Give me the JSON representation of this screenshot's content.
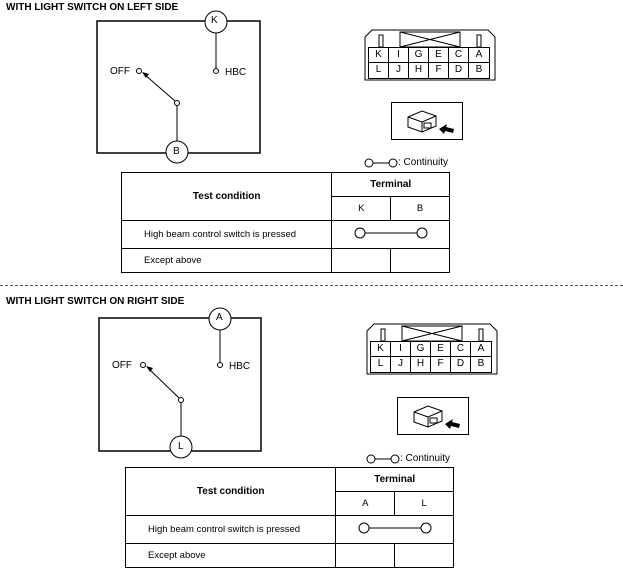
{
  "sections": [
    {
      "title": "WITH LIGHT SWITCH ON LEFT SIDE",
      "switch": {
        "top_terminal": "K",
        "bottom_terminal": "B",
        "off_label": "OFF",
        "on_label": "HBC"
      },
      "connector": {
        "row1": [
          "K",
          "I",
          "G",
          "E",
          "C",
          "A"
        ],
        "row2": [
          "L",
          "J",
          "H",
          "F",
          "D",
          "B"
        ]
      },
      "legend": ": Continuity",
      "table": {
        "condition_header": "Test condition",
        "terminal_header": "Terminal",
        "columns": [
          "K",
          "B"
        ],
        "rows": [
          {
            "condition": "High beam control switch is pressed",
            "continuity": true
          },
          {
            "condition": "Except above",
            "continuity": false
          }
        ]
      }
    },
    {
      "title": "WITH LIGHT SWITCH ON RIGHT SIDE",
      "switch": {
        "top_terminal": "A",
        "bottom_terminal": "L",
        "off_label": "OFF",
        "on_label": "HBC"
      },
      "connector": {
        "row1": [
          "K",
          "I",
          "G",
          "E",
          "C",
          "A"
        ],
        "row2": [
          "L",
          "J",
          "H",
          "F",
          "D",
          "B"
        ]
      },
      "legend": ": Continuity",
      "table": {
        "condition_header": "Test condition",
        "terminal_header": "Terminal",
        "columns": [
          "A",
          "L"
        ],
        "rows": [
          {
            "condition": "High beam control switch is pressed",
            "continuity": true
          },
          {
            "condition": "Except above",
            "continuity": false
          }
        ]
      }
    }
  ]
}
